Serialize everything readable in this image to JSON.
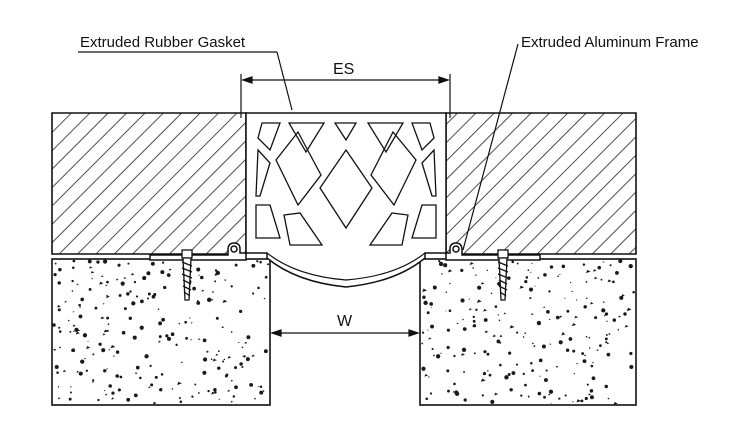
{
  "labels": {
    "gasket": "Extruded Rubber Gasket",
    "frame": "Extruded Aluminum Frame",
    "es": "ES",
    "w": "W"
  },
  "colors": {
    "line": "#111111",
    "hatch": "#222222",
    "speckle": "#1a1a1a",
    "background": "#ffffff"
  }
}
